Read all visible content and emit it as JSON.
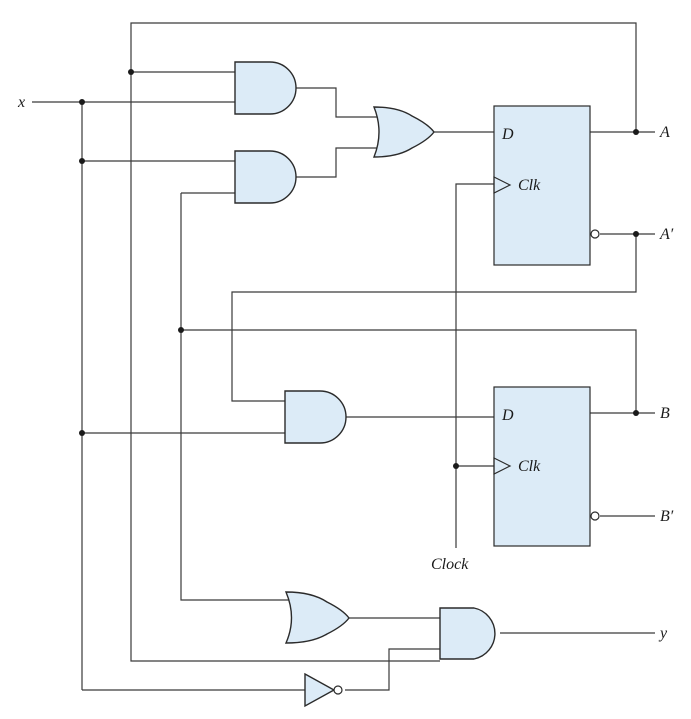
{
  "labels": {
    "input_x": "x",
    "output_A": "A",
    "output_A_prime": "A′",
    "output_B": "B",
    "output_B_prime": "B′",
    "output_y": "y",
    "clock": "Clock",
    "ff_a_d": "D",
    "ff_a_clk": "Clk",
    "ff_b_d": "D",
    "ff_b_clk": "Clk"
  },
  "colors": {
    "gate_fill": "#dcebf7",
    "wire": "#3a3a3a"
  }
}
